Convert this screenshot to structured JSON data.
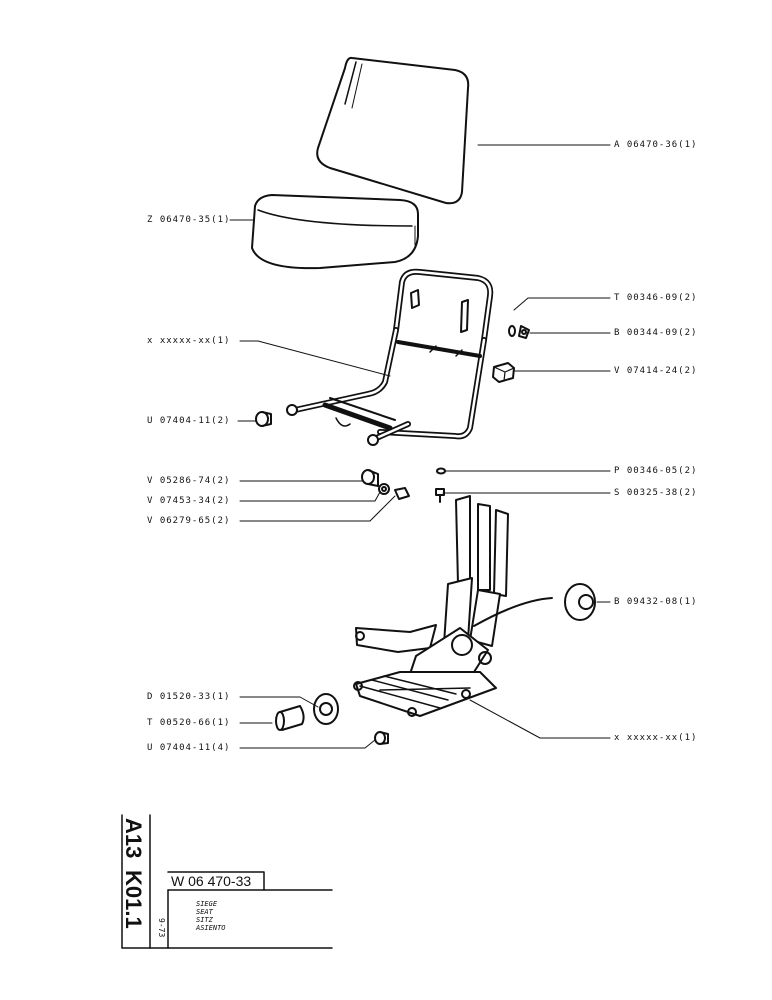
{
  "parts": [
    {
      "id": "backrest",
      "label": "A 06470-36(1)"
    },
    {
      "id": "cushion",
      "label": "Z 06470-35(1)"
    },
    {
      "id": "frame",
      "label": "x xxxxx-xx(1)"
    },
    {
      "id": "t-00346",
      "label": "T 00346-09(2)"
    },
    {
      "id": "b-00344",
      "label": "B 00344-09(2)"
    },
    {
      "id": "v-07414",
      "label": "V 07414-24(2)"
    },
    {
      "id": "u-07404-top",
      "label": "U 07404-11(2)"
    },
    {
      "id": "p-00346",
      "label": "P 00346-05(2)"
    },
    {
      "id": "v-05286",
      "label": "V 05286-74(2)"
    },
    {
      "id": "s-00325",
      "label": "S 00325-38(2)"
    },
    {
      "id": "v-07453",
      "label": "V 07453-34(2)"
    },
    {
      "id": "v-06279",
      "label": "V 06279-65(2)"
    },
    {
      "id": "b-09432",
      "label": "B 09432-08(1)"
    },
    {
      "id": "d-01520",
      "label": "D 01520-33(1)"
    },
    {
      "id": "t-00520",
      "label": "T 00520-66(1)"
    },
    {
      "id": "base-assembly",
      "label": "x xxxxx-xx(1)"
    },
    {
      "id": "u-07404-bottom",
      "label": "U 07404-11(4)"
    }
  ],
  "title_block": {
    "section": "A13",
    "page": "K01.1",
    "date": "9-73",
    "drawing_number": "W 06 470-33",
    "names": [
      "SIEGE",
      "SEAT",
      "SITZ",
      "ASIENTO"
    ]
  }
}
